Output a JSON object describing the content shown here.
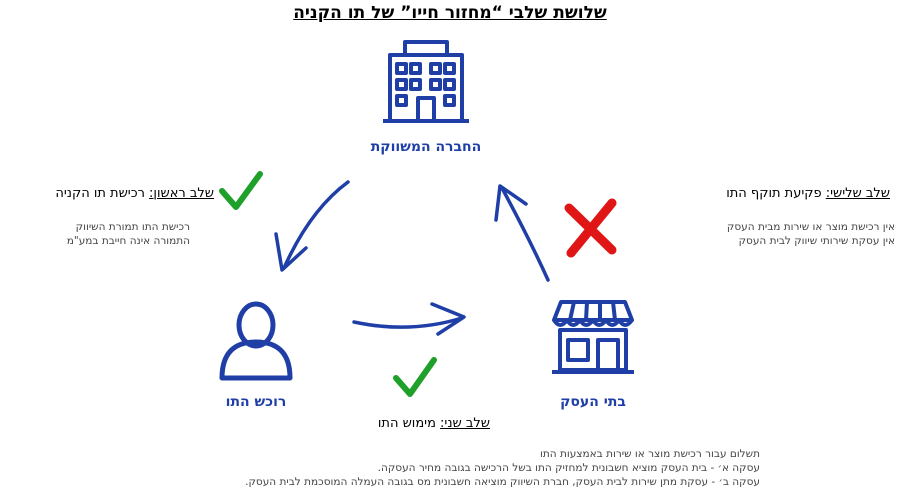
{
  "title": "שלושת שלבי “מחזור חייו” של תו הקניה",
  "nodes": {
    "company": "החברה המשווקת",
    "buyer": "רוכש התו",
    "business": "בתי העסק"
  },
  "stages": {
    "first": {
      "label": "שלב ראשון:",
      "title": "רכישת תו הקניה",
      "text": [
        "רכישת התו תמורת השיווק",
        "התמורה אינה חייבת במע\"מ"
      ]
    },
    "second": {
      "label": "שלב שני:",
      "title": "מימוש התו",
      "text": [
        "תשלום עבור רכישת מוצר או שירות באמצעות התו",
        "עסקה א׳ - בית העסק מוציא חשבונית למחזיק התו בשל הרכישה בגובה מחיר העסקה.",
        "עסקה ב׳ - עסקת מתן שירות לבית העסק, חברת השיווק מוציאה חשבונית מס בגובה העמלה המוסכמת לבית העסק."
      ]
    },
    "third": {
      "label": "שלב שלישי:",
      "title": "פקיעת תוקף התו",
      "text": [
        "אין רכישת מוצר או שירות מבית העסק",
        "אין עסקת שירותי שיווק לבית העסק"
      ]
    }
  },
  "colors": {
    "primary": "#1f3fa7",
    "check": "#1fa02a",
    "cross": "#e01616"
  },
  "icons": [
    "building-icon",
    "person-icon",
    "store-icon",
    "check-icon",
    "cross-icon",
    "arrow-icon"
  ]
}
